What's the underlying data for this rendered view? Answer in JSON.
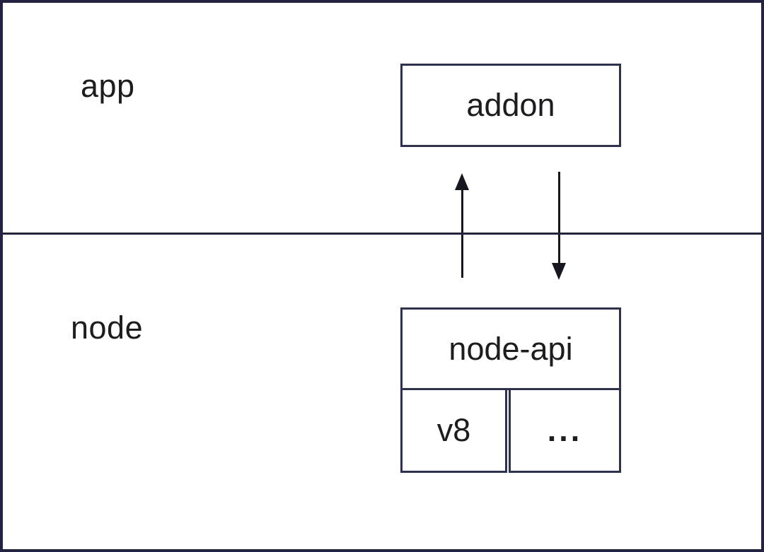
{
  "title": "node addon architecture diagram",
  "layers": [
    {
      "id": "app",
      "label": "app"
    },
    {
      "id": "node",
      "label": "node"
    }
  ],
  "boxes": {
    "addon": {
      "label": "addon"
    },
    "node_api": {
      "label": "node-api"
    },
    "v8": {
      "label": "v8"
    },
    "others": {
      "label": "..."
    }
  },
  "arrows": [
    {
      "name": "node-api-to-addon",
      "direction": "up"
    },
    {
      "name": "addon-to-node-api",
      "direction": "down"
    }
  ],
  "colors": {
    "outer-border": "#232243",
    "box-border": "#2e3054",
    "text": "#1d1d1f",
    "arrow": "#17171f",
    "background": "#ffffff"
  }
}
